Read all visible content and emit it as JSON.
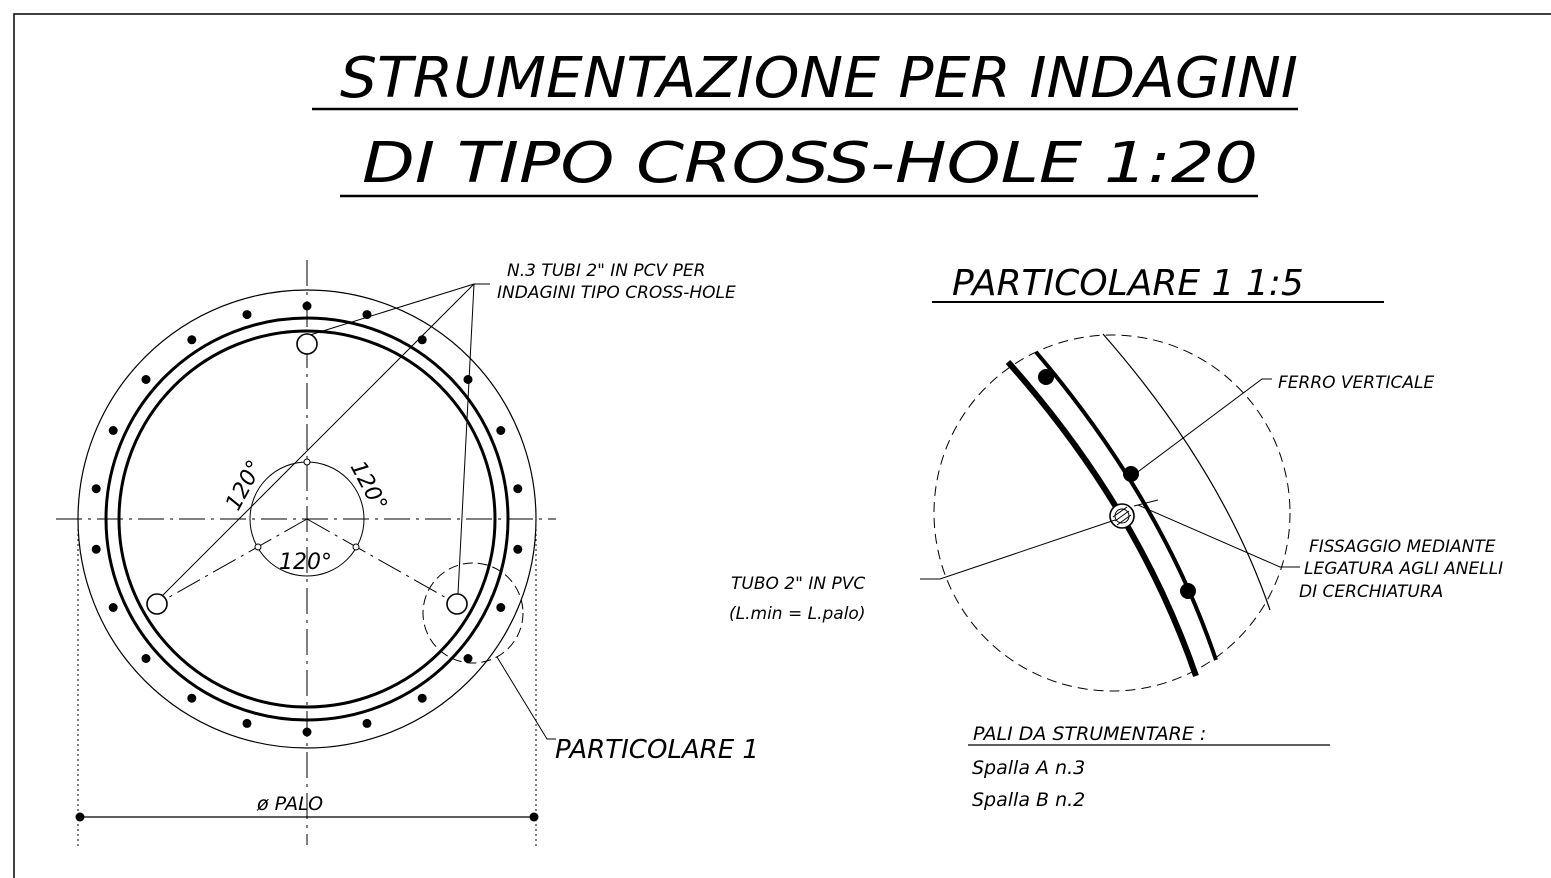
{
  "title": {
    "line1": "STRUMENTAZIONE PER INDAGINI",
    "line2": "DI TIPO CROSS-HOLE   1:20"
  },
  "section_view": {
    "callout_tubes_line1": "N.3 TUBI 2\" IN PCV PER",
    "callout_tubes_line2": "INDAGINI TIPO CROSS-HOLE",
    "angle_1": "120°",
    "angle_2": "120°",
    "angle_3": "120°",
    "detail_ref": "PARTICOLARE 1",
    "diameter_label": "ø PALO"
  },
  "detail_view": {
    "title": "PARTICOLARE 1   1:5",
    "label_bar": "FERRO VERTICALE",
    "label_tube_line1": "TUBO 2\" IN PVC",
    "label_tube_line2": "(L.min = L.palo)",
    "label_fix_line1": "FISSAGGIO MEDIANTE",
    "label_fix_line2": "LEGATURA AGLI ANELLI",
    "label_fix_line3": "DI CERCHIATURA"
  },
  "notes": {
    "heading": "PALI DA STRUMENTARE :",
    "rows": [
      "Spalla A   n.3",
      "Spalla B   n.2"
    ]
  },
  "colors": {
    "line": "#000000",
    "background": "#ffffff"
  }
}
